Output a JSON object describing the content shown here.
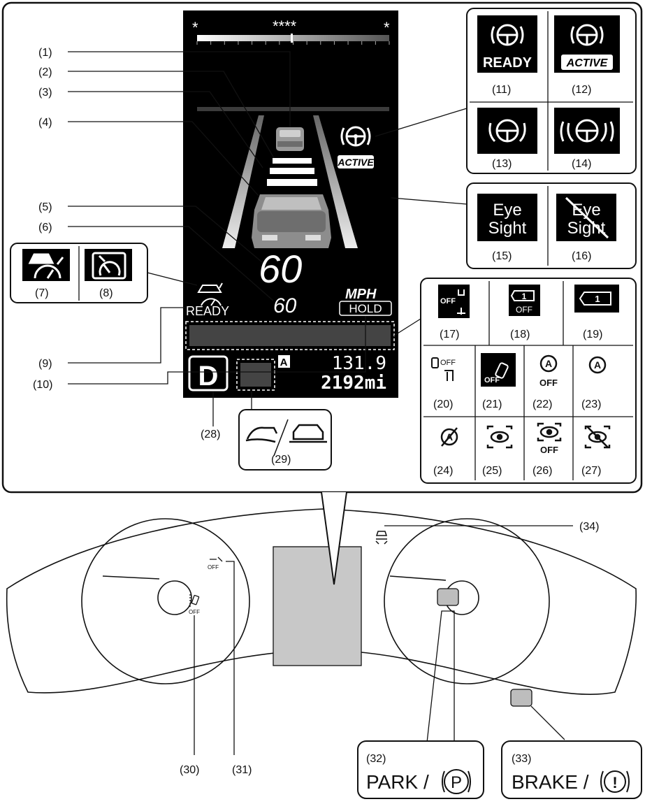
{
  "display": {
    "scale_left": "*",
    "scale_center": "****",
    "scale_right": "*",
    "set_speed": "60",
    "current_speed": "60",
    "unit": "MPH",
    "hold": "HOLD",
    "ready": "READY",
    "odometer_trip": "131.9",
    "odometer_total": "2192mi",
    "gear": "D",
    "auto_icon_letter": "A",
    "steer_icon_status": "ACTIVE"
  },
  "labels": {
    "n1": "(1)",
    "n2": "(2)",
    "n3": "(3)",
    "n4": "(4)",
    "n5": "(5)",
    "n6": "(6)",
    "n7": "(7)",
    "n8": "(8)",
    "n9": "(9)",
    "n10": "(10)",
    "n11": "(11)",
    "n12": "(12)",
    "n13": "(13)",
    "n14": "(14)",
    "n15": "(15)",
    "n16": "(16)",
    "n17": "(17)",
    "n18": "(18)",
    "n19": "(19)",
    "n20": "(20)",
    "n21": "(21)",
    "n22": "(22)",
    "n23": "(23)",
    "n24": "(24)",
    "n25": "(25)",
    "n26": "(26)",
    "n27": "(27)",
    "n28": "(28)",
    "n29": "(29)",
    "n30": "(30)",
    "n31": "(31)",
    "n32": "(32)",
    "n33": "(33)",
    "n34": "(34)"
  },
  "icons": {
    "i11": "READY",
    "i12": "ACTIVE",
    "i15_line1": "Eye",
    "i15_line2": "Sight",
    "i16_line1": "Eye",
    "i16_line2": "Sight",
    "off": "OFF",
    "icon_20_off": "OFF"
  },
  "callouts": {
    "park_text": "PARK / ",
    "park_symbol": "P",
    "brake_text": "BRAKE / ",
    "brake_symbol": "!"
  },
  "colors": {
    "display_bg": "#000000",
    "frame": "#111111",
    "screen_gray": "#c8c8c8"
  }
}
